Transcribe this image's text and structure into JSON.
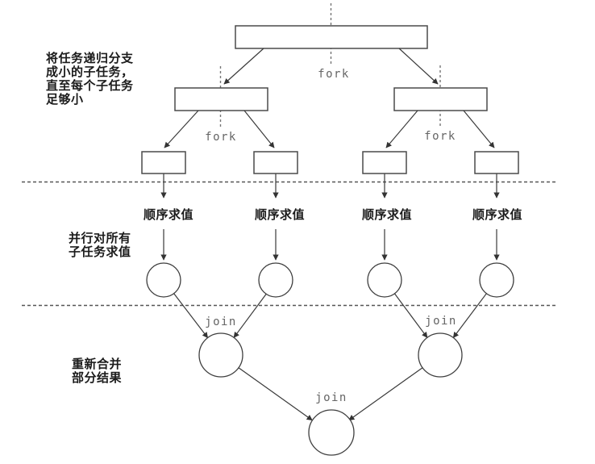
{
  "title": "fork-join-task-decomposition-diagram",
  "annotations": {
    "fork_phase": {
      "lines": [
        "将任务递归分支",
        "成小的子任务，",
        "直至每个子任务",
        "足够小"
      ]
    },
    "compute_phase": {
      "lines": [
        "并行对所有",
        "子任务求值"
      ]
    },
    "join_phase": {
      "lines": [
        "重新合并",
        "部分结果"
      ]
    }
  },
  "fork_labels": [
    "fork",
    "fork",
    "fork"
  ],
  "join_labels": [
    "join",
    "join",
    "join"
  ],
  "eval_labels": [
    "顺序求值",
    "顺序求值",
    "顺序求值",
    "顺序求值"
  ],
  "colors": {
    "background": "#ffffff",
    "box_stroke": "#4a4a4a",
    "line": "#3a3a3a",
    "dashed": "#6e6e6e",
    "mono_text": "#656565",
    "cjk_text": "#1b1b1b"
  }
}
